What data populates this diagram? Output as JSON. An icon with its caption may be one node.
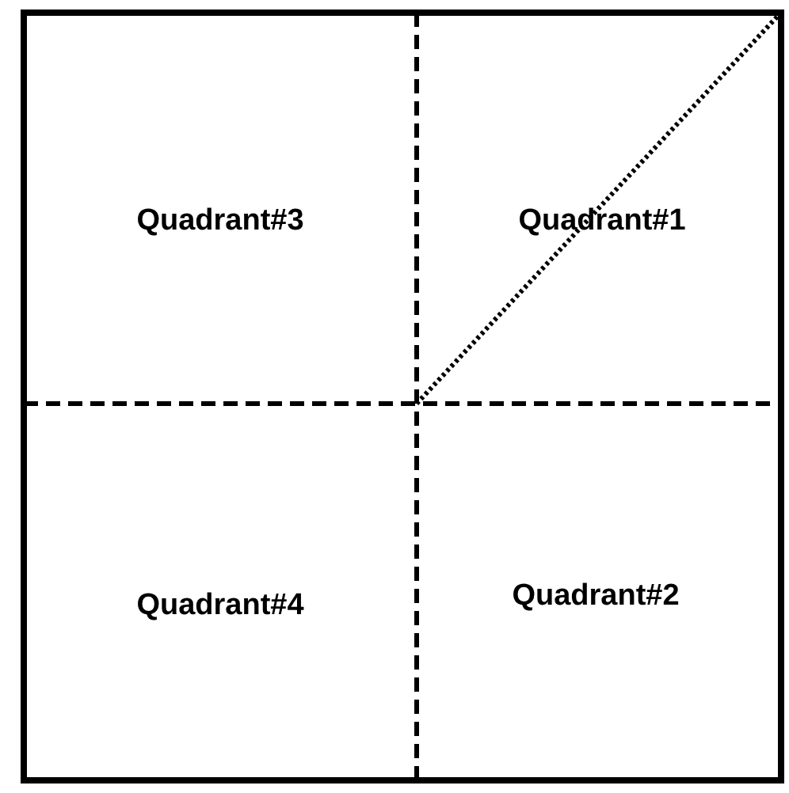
{
  "diagram": {
    "nodes": [
      {
        "text": [
          "Quadrant#3"
        ]
      },
      {
        "text": [
          "Quadrant#1"
        ]
      },
      {
        "text": [
          "Quadrant#4"
        ]
      },
      {
        "text": [
          "Quadrant#2"
        ]
      }
    ]
  }
}
